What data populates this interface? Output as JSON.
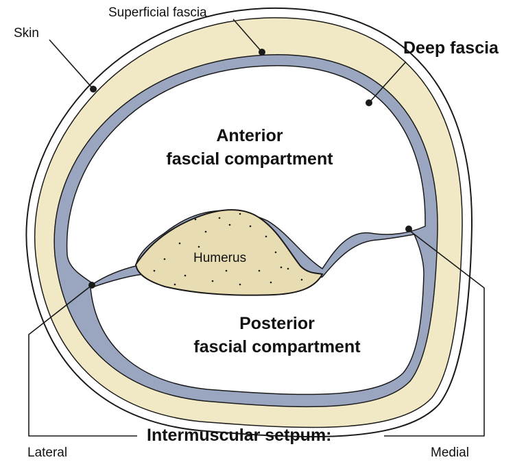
{
  "labels": {
    "skin": "Skin",
    "superficial_fascia": "Superficial fascia",
    "deep_fascia": "Deep fascia",
    "anterior_line1": "Anterior",
    "anterior_line2": "fascial compartment",
    "humerus": "Humerus",
    "posterior_line1": "Posterior",
    "posterior_line2": "fascial compartment",
    "intermuscular": "Intermuscular setpum:",
    "lateral": "Lateral",
    "medial": "Medial"
  },
  "colors": {
    "skin": "#ffffff",
    "superficial_fascia": "#f1e9c6",
    "deep_fascia": "#9aa6bf",
    "bone": "#e8dcb2",
    "outline": "#1a1a1a"
  }
}
